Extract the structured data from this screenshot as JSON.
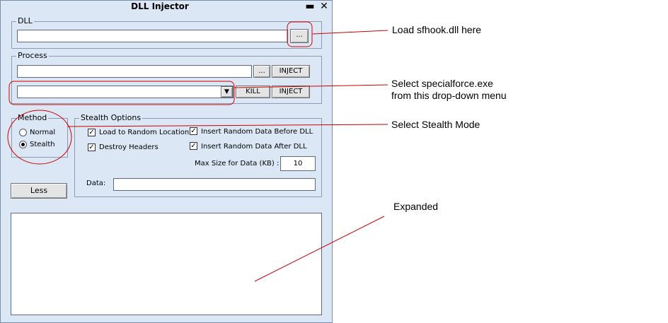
{
  "window": {
    "title": "DLL Injector",
    "minimize_glyph": "▬",
    "close_glyph": "✕"
  },
  "dll_group": {
    "label": "DLL",
    "path_value": "",
    "browse_label": "..."
  },
  "process_group": {
    "label": "Process",
    "path_value": "",
    "browse_label": "...",
    "inject_label": "INJECT",
    "dropdown_value": "",
    "dropdown_arrow": "▼",
    "kill_label": "KILL",
    "inject2_label": "INJECT"
  },
  "method_group": {
    "label": "Method",
    "options": [
      {
        "label": "Normal",
        "selected": false
      },
      {
        "label": "Stealth",
        "selected": true
      }
    ]
  },
  "stealth_group": {
    "label": "Stealth Options",
    "options": [
      {
        "label": "Load to Random Location",
        "checked": true
      },
      {
        "label": "Destroy Headers",
        "checked": true
      },
      {
        "label": "Insert Random Data Before DLL",
        "checked": true
      },
      {
        "label": "Insert Random Data After DLL",
        "checked": true
      }
    ],
    "check_glyph": "✓",
    "max_size_label": "Max Size for Data (KB) :",
    "max_size_value": "10",
    "data_label": "Data:",
    "data_value": ""
  },
  "less_button_label": "Less",
  "log_text": "",
  "annotations": {
    "load_dll": "Load sfhook.dll here",
    "select_process_line1": "Select specialforce.exe",
    "select_process_line2": "from this drop-down menu",
    "select_stealth": "Select Stealth Mode",
    "expanded": "Expanded"
  },
  "colors": {
    "window_bg": "#dbe7f5",
    "annotation_red": "#cc0000"
  }
}
